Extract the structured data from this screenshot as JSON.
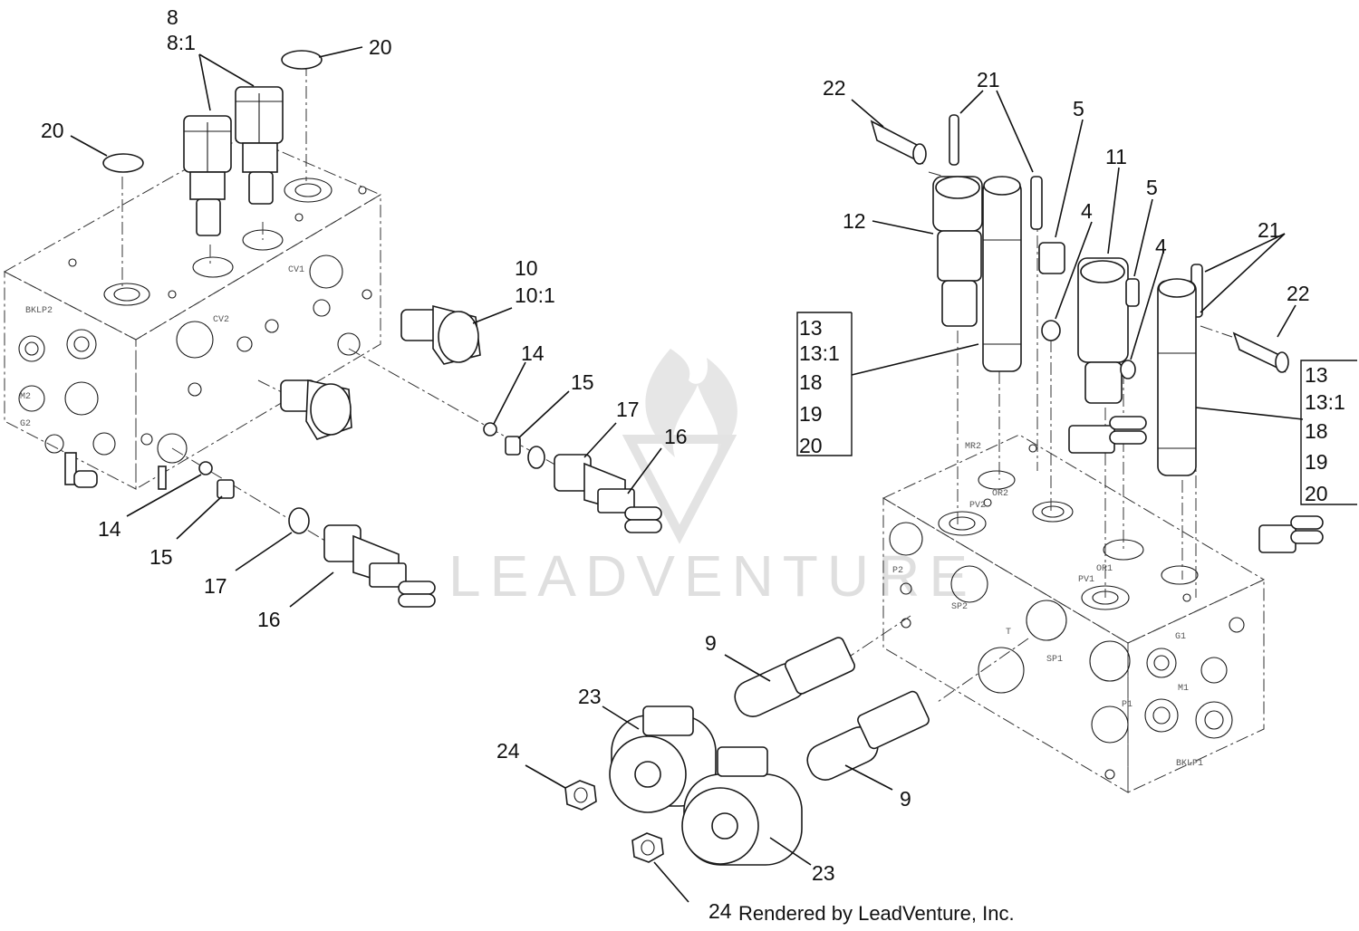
{
  "diagram": {
    "labels": {
      "l8": "8",
      "l8_1": "8:1",
      "l20a": "20",
      "l20b": "20",
      "l10": "10",
      "l10_1": "10:1",
      "l14a": "14",
      "l14b": "14",
      "l15a": "15",
      "l15b": "15",
      "l17a": "17",
      "l17b": "17",
      "l16a": "16",
      "l16b": "16",
      "l22a": "22",
      "l22b": "22",
      "l21a": "21",
      "l21b": "21",
      "l5a": "5",
      "l5b": "5",
      "l4a": "4",
      "l4b": "4",
      "l11": "11",
      "l12": "12",
      "l9a": "9",
      "l9b": "9",
      "l23a": "23",
      "l23b": "23",
      "l24a": "24",
      "l24b": "24"
    },
    "kit_box_left": [
      "13",
      "13:1",
      "18",
      "19",
      "20"
    ],
    "kit_box_right": [
      "13",
      "13:1",
      "18",
      "19",
      "20"
    ],
    "port_marks": {
      "cv2": "CV2",
      "cv1": "CV1",
      "bklp2": "BKLP2",
      "m2": "M2",
      "g2": "G2",
      "pv2": "PV2",
      "or2": "OR2",
      "sp2": "SP2",
      "sp1": "SP1",
      "t": "T",
      "or1": "OR1",
      "pv1": "PV1",
      "g1": "G1",
      "m1": "M1",
      "p1": "P1",
      "bklp1": "BKLP1",
      "mr2": "MR2",
      "p2": "P2"
    }
  },
  "watermark": "LEADVENTURE",
  "credit": "Rendered by LeadVenture, Inc."
}
